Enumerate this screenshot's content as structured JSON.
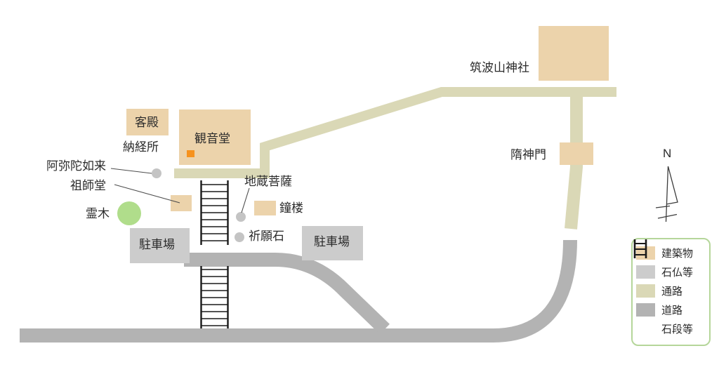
{
  "palette": {
    "building": "#ecd3ab",
    "stone": "#cccccc",
    "stone_marker": "#c4c4c4",
    "pathway": "#dad8b6",
    "road": "#b3b3b3",
    "tree": "#b0dd8b",
    "marker_orange": "#f6921e",
    "legend_border": "#b5d69a",
    "steps": "#1a1a1a",
    "pointer_line": "#4d4d4d",
    "compass": "#3c3c3c",
    "text": "#2b2b2b"
  },
  "labels": {
    "tsukuba_shrine": "筑波山神社",
    "kyakuden": "客殿",
    "kannondo": "観音堂",
    "nokyosho": "納経所",
    "amida_nyorai": "阿弥陀如来",
    "soshido": "祖師堂",
    "reiboku": "霊木",
    "parking_left": "駐車場",
    "jizo_bosatsu": "地蔵菩薩",
    "shoro": "鐘楼",
    "kiganseki": "祈願石",
    "parking_right": "駐車場",
    "zuishinmon": "隋神門",
    "north": "N"
  },
  "legend": {
    "items": [
      {
        "key": "building",
        "label": "建築物"
      },
      {
        "key": "stone",
        "label": "石仏等"
      },
      {
        "key": "pathway",
        "label": "通路"
      },
      {
        "key": "road",
        "label": "道路"
      },
      {
        "key": "steps",
        "label": "石段等"
      }
    ]
  }
}
